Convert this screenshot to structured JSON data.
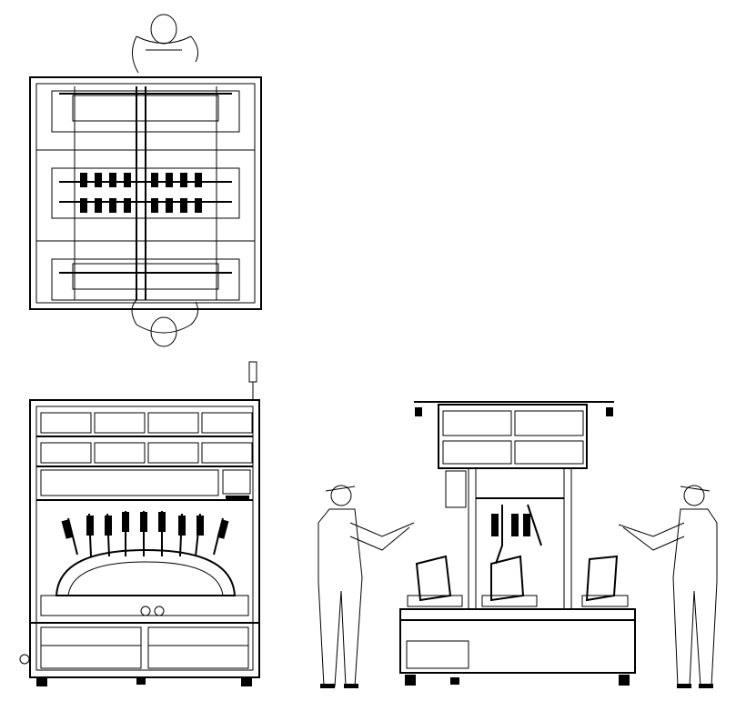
{
  "drawing": {
    "views": [
      "top-view",
      "front-view",
      "side-view"
    ],
    "line_color": "#000000",
    "background_color": "#ffffff"
  }
}
